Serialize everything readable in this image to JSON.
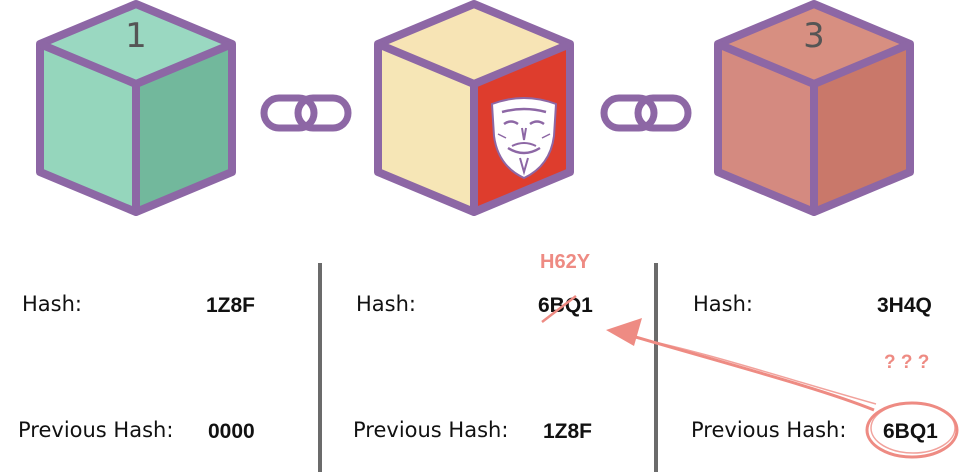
{
  "blocks": [
    {
      "number": "1",
      "hash_label": "Hash:",
      "hash": "1Z8F",
      "prev_label": "Previous Hash:",
      "prev_hash": "0000",
      "top_color": "#9ad8c1",
      "left_color": "#95d6bc",
      "right_color": "#72b89c"
    },
    {
      "number": "",
      "hash_label": "Hash:",
      "hash": "6BQ1",
      "prev_label": "Previous Hash:",
      "prev_hash": "1Z8F",
      "top_color": "#f7e4b5",
      "left_color": "#f6e6b6",
      "right_color": "#de3d2d",
      "tampered_hash": "H62Y"
    },
    {
      "number": "3",
      "hash_label": "Hash:",
      "hash": "3H4Q",
      "prev_label": "Previous Hash:",
      "prev_hash": "6BQ1",
      "top_color": "#d78f81",
      "left_color": "#d48a80",
      "right_color": "#c9786a",
      "question": "? ? ?"
    }
  ],
  "colors": {
    "outline": "#8d67a5",
    "annotation": "#ee8b83",
    "divider": "#6b6b6b"
  },
  "icons": {
    "link": "chain-link-icon",
    "mask": "anonymous-mask-icon"
  }
}
